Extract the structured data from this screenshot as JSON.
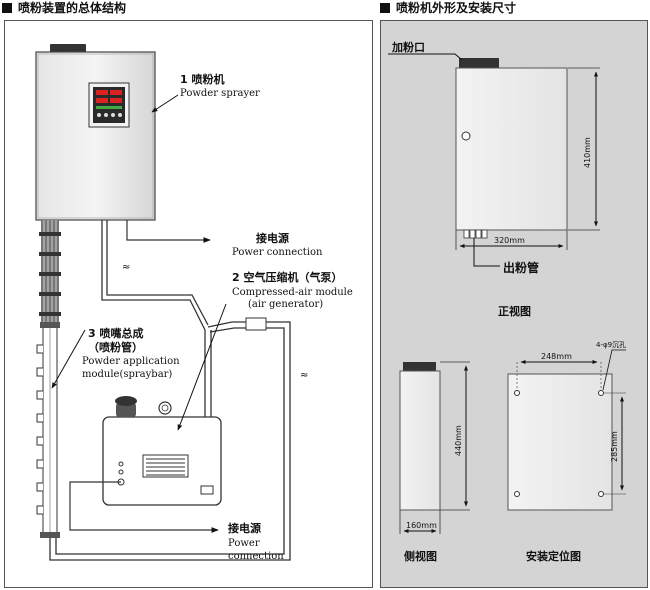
{
  "headers": {
    "left": "喷粉装置的总体结构",
    "right": "喷粉机外形及安装尺寸"
  },
  "left_panel": {
    "c1": {
      "zh": "1 喷粉机",
      "en": "Powder sprayer"
    },
    "power1": {
      "zh": "接电源",
      "en": "Power connection"
    },
    "c2": {
      "zh": "2 空气压缩机（气泵）",
      "en1": "Compressed-air module",
      "en2": "(air generator)"
    },
    "c3": {
      "zh1": "3 喷嘴总成",
      "zh2": "（喷粉管）",
      "en1": "Powder application",
      "en2": "module(spraybar)"
    },
    "power2": {
      "zh": "接电源",
      "en1": "Power",
      "en2": "connection"
    }
  },
  "right_panel": {
    "inlet": "加粉口",
    "height_front": "410mm",
    "width_front": "320mm",
    "outlet": "出粉管",
    "front_caption": "正视图",
    "height_side": "440mm",
    "width_side": "160mm",
    "side_caption": "侧视图",
    "mount_width": "248mm",
    "mount_height": "285mm",
    "hole_note": "4-φ9沉孔",
    "mount_caption": "安装定位图"
  },
  "colors": {
    "panel_bg": "#d4d4d4",
    "frame": "#555555",
    "line": "#333333"
  }
}
